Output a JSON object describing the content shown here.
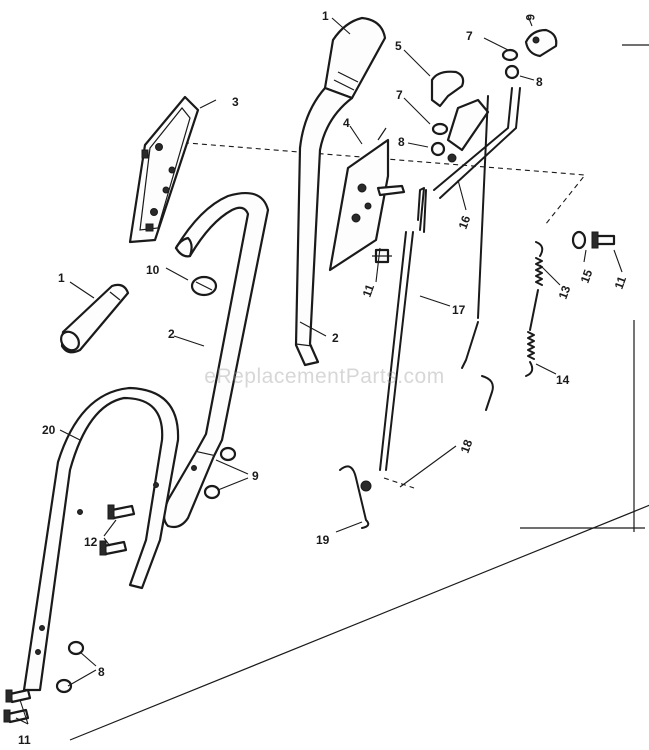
{
  "watermark": "eReplacementParts.com",
  "callouts": [
    {
      "id": "c1a",
      "label": "1"
    },
    {
      "id": "c1b",
      "label": "1"
    },
    {
      "id": "c2a",
      "label": "2"
    },
    {
      "id": "c2b",
      "label": "2"
    },
    {
      "id": "c3",
      "label": "3"
    },
    {
      "id": "c4",
      "label": "4"
    },
    {
      "id": "c5",
      "label": "5"
    },
    {
      "id": "c6",
      "label": "6"
    },
    {
      "id": "c7a",
      "label": "7"
    },
    {
      "id": "c7b",
      "label": "7"
    },
    {
      "id": "c8a",
      "label": "8"
    },
    {
      "id": "c8b",
      "label": "8"
    },
    {
      "id": "c8c",
      "label": "8"
    },
    {
      "id": "c9",
      "label": "9"
    },
    {
      "id": "c10",
      "label": "10"
    },
    {
      "id": "c11a",
      "label": "11"
    },
    {
      "id": "c11b",
      "label": "11"
    },
    {
      "id": "c11c",
      "label": "11"
    },
    {
      "id": "c12",
      "label": "12"
    },
    {
      "id": "c13",
      "label": "13"
    },
    {
      "id": "c14",
      "label": "14"
    },
    {
      "id": "c15",
      "label": "15"
    },
    {
      "id": "c16",
      "label": "16"
    },
    {
      "id": "c17",
      "label": "17"
    },
    {
      "id": "c18",
      "label": "18"
    },
    {
      "id": "c19",
      "label": "19"
    },
    {
      "id": "c20",
      "label": "20"
    }
  ]
}
